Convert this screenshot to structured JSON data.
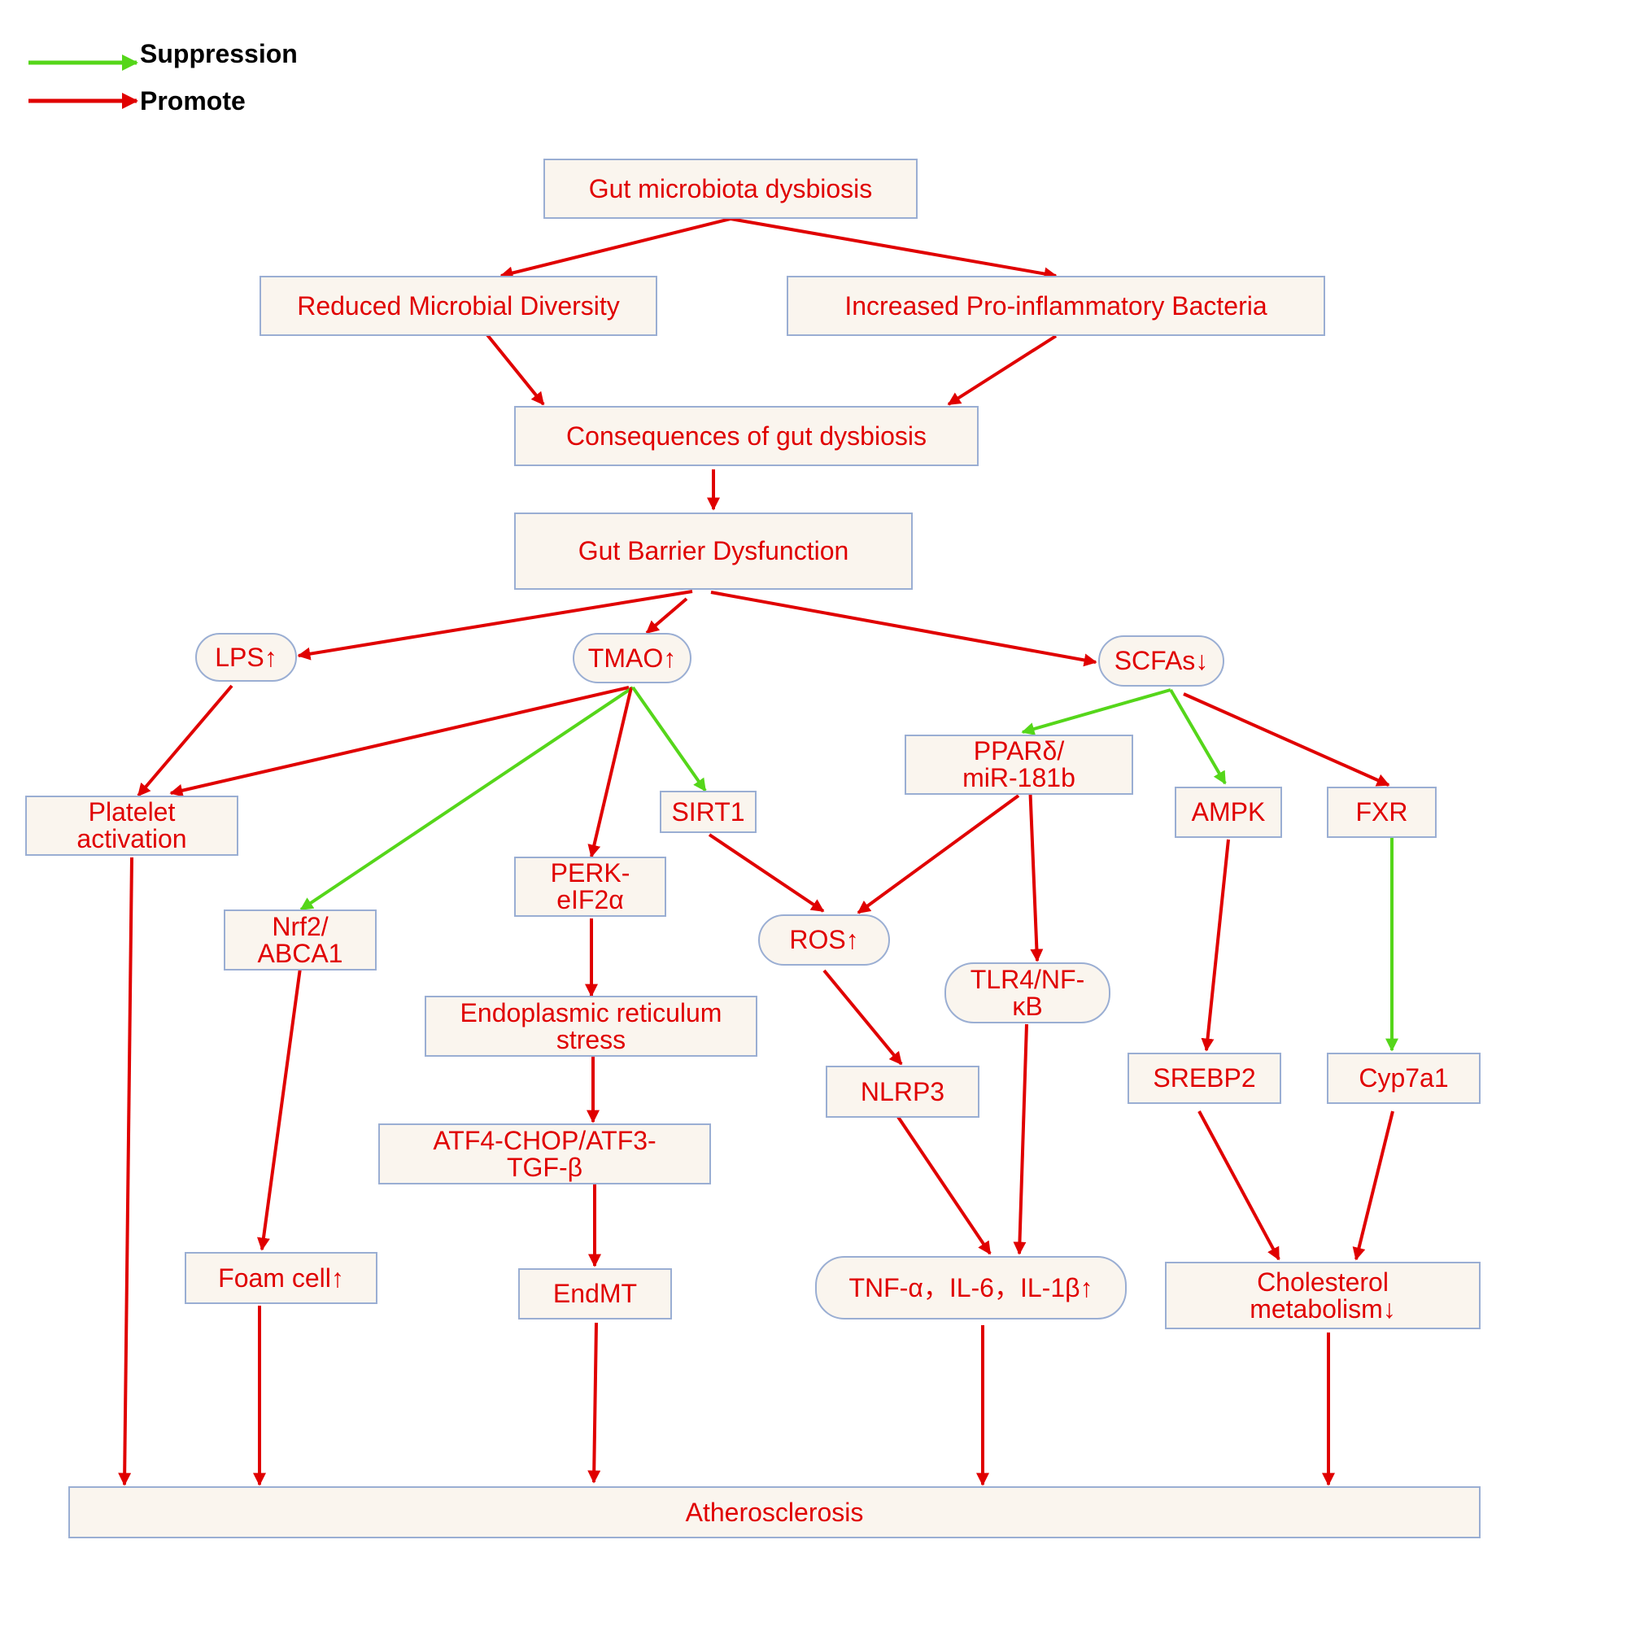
{
  "legend": {
    "suppression": "Suppression",
    "promote": "Promote"
  },
  "colors": {
    "promote": "#e00000",
    "suppression": "#55d61a",
    "node_fill": "#faf5ee",
    "node_border": "#9aaed3"
  },
  "nodes": {
    "gut_microbiota_dysbiosis": "Gut microbiota dysbiosis",
    "reduced_microbial_diversity": "Reduced Microbial Diversity",
    "increased_pro_inflammatory_bacteria": "Increased Pro-inflammatory Bacteria",
    "consequences_of_gut_dysbiosis": "Consequences of gut dysbiosis",
    "gut_barrier_dysfunction": "Gut Barrier Dysfunction",
    "lps": "LPS↑",
    "tmao": "TMAO↑",
    "scfas": "SCFAs↓",
    "platelet_activation": "Platelet activation",
    "nrf2_abca1": "Nrf2/ ABCA1",
    "perk_eif2a": "PERK- eIF2α",
    "sirt1": "SIRT1",
    "ppar_mir181b": "PPARδ/ miR-181b",
    "ampk": "AMPK",
    "fxr": "FXR",
    "ros": "ROS↑",
    "tlr4_nfkb": "TLR4/NF- κB",
    "er_stress": "Endoplasmic reticulum stress",
    "nlrp3": "NLRP3",
    "srebp2": "SREBP2",
    "cyp7a1": "Cyp7a1",
    "atf4_chop": "ATF4-CHOP/ATF3- TGF-β",
    "foam_cell": "Foam cell↑",
    "endmt": "EndMT",
    "cytokines": "TNF-α，IL-6，IL-1β↑",
    "cholesterol_metabolism": "Cholesterol metabolism↓",
    "atherosclerosis": "Atherosclerosis"
  },
  "edges": [
    {
      "from": "gut_microbiota_dysbiosis",
      "to": "reduced_microbial_diversity",
      "type": "promote"
    },
    {
      "from": "gut_microbiota_dysbiosis",
      "to": "increased_pro_inflammatory_bacteria",
      "type": "promote"
    },
    {
      "from": "reduced_microbial_diversity",
      "to": "consequences_of_gut_dysbiosis",
      "type": "promote"
    },
    {
      "from": "increased_pro_inflammatory_bacteria",
      "to": "consequences_of_gut_dysbiosis",
      "type": "promote"
    },
    {
      "from": "consequences_of_gut_dysbiosis",
      "to": "gut_barrier_dysfunction",
      "type": "promote"
    },
    {
      "from": "gut_barrier_dysfunction",
      "to": "lps",
      "type": "promote"
    },
    {
      "from": "gut_barrier_dysfunction",
      "to": "tmao",
      "type": "promote"
    },
    {
      "from": "gut_barrier_dysfunction",
      "to": "scfas",
      "type": "promote"
    },
    {
      "from": "lps",
      "to": "platelet_activation",
      "type": "promote"
    },
    {
      "from": "tmao",
      "to": "platelet_activation",
      "type": "promote"
    },
    {
      "from": "tmao",
      "to": "nrf2_abca1",
      "type": "suppression"
    },
    {
      "from": "tmao",
      "to": "perk_eif2a",
      "type": "promote"
    },
    {
      "from": "tmao",
      "to": "sirt1",
      "type": "suppression"
    },
    {
      "from": "scfas",
      "to": "ppar_mir181b",
      "type": "suppression"
    },
    {
      "from": "scfas",
      "to": "ampk",
      "type": "suppression"
    },
    {
      "from": "scfas",
      "to": "fxr",
      "type": "promote"
    },
    {
      "from": "sirt1",
      "to": "ros",
      "type": "promote"
    },
    {
      "from": "ppar_mir181b",
      "to": "ros",
      "type": "promote"
    },
    {
      "from": "ppar_mir181b",
      "to": "tlr4_nfkb",
      "type": "promote"
    },
    {
      "from": "perk_eif2a",
      "to": "er_stress",
      "type": "promote"
    },
    {
      "from": "er_stress",
      "to": "atf4_chop",
      "type": "promote"
    },
    {
      "from": "atf4_chop",
      "to": "endmt",
      "type": "promote"
    },
    {
      "from": "ros",
      "to": "nlrp3",
      "type": "promote"
    },
    {
      "from": "nlrp3",
      "to": "cytokines",
      "type": "promote"
    },
    {
      "from": "tlr4_nfkb",
      "to": "cytokines",
      "type": "promote"
    },
    {
      "from": "ampk",
      "to": "srebp2",
      "type": "promote"
    },
    {
      "from": "fxr",
      "to": "cyp7a1",
      "type": "suppression"
    },
    {
      "from": "srebp2",
      "to": "cholesterol_metabolism",
      "type": "promote"
    },
    {
      "from": "cyp7a1",
      "to": "cholesterol_metabolism",
      "type": "promote"
    },
    {
      "from": "nrf2_abca1",
      "to": "foam_cell",
      "type": "promote"
    },
    {
      "from": "platelet_activation",
      "to": "atherosclerosis",
      "type": "promote"
    },
    {
      "from": "foam_cell",
      "to": "atherosclerosis",
      "type": "promote"
    },
    {
      "from": "endmt",
      "to": "atherosclerosis",
      "type": "promote"
    },
    {
      "from": "cytokines",
      "to": "atherosclerosis",
      "type": "promote"
    },
    {
      "from": "cholesterol_metabolism",
      "to": "atherosclerosis",
      "type": "promote"
    }
  ]
}
